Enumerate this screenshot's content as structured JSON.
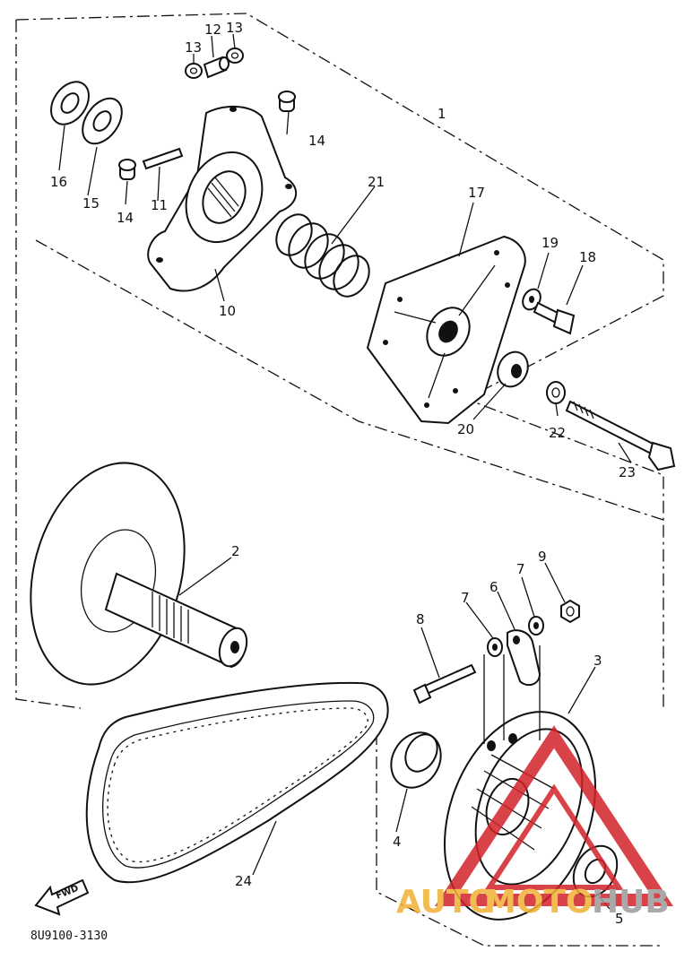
{
  "callouts": {
    "c1": "1",
    "c2": "2",
    "c3": "3",
    "c4": "4",
    "c5": "5",
    "c6": "6",
    "c7a": "7",
    "c7b": "7",
    "c8": "8",
    "c9": "9",
    "c10": "10",
    "c11": "11",
    "c12": "12",
    "c13a": "13",
    "c13b": "13",
    "c14a": "14",
    "c14b": "14",
    "c15": "15",
    "c16": "16",
    "c17": "17",
    "c18": "18",
    "c19": "19",
    "c20": "20",
    "c21": "21",
    "c22": "22",
    "c23": "23",
    "c24": "24"
  },
  "fwd_label": "FWD",
  "diagram_code": "8U9100-3130",
  "watermark": {
    "part1": "AUTO",
    "part2": "MOTO",
    "part3": "HUB",
    "color_orange": "#f2b134",
    "color_red": "#d2232a",
    "color_gray": "#9b9b9b"
  }
}
